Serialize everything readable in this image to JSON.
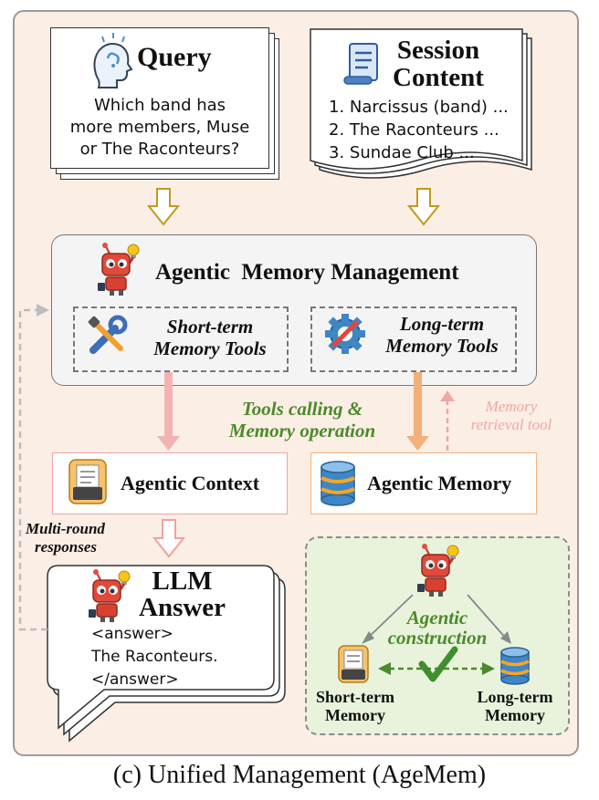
{
  "query": {
    "title": "Query",
    "line1": "Which band has",
    "line2": "more members, Muse",
    "line3": "or The Raconteurs?"
  },
  "session": {
    "title_line1": "Session",
    "title_line2": "Content",
    "item1": "1. Narcissus (band) ...",
    "item2": "2. The Raconteurs ...",
    "item3": "3. Sundae Club ..."
  },
  "management": {
    "title": "Agentic  Memory Management",
    "short_term_line1": "Short-term",
    "short_term_line2": "Memory Tools",
    "long_term_line1": "Long-term",
    "long_term_line2": "Memory Tools"
  },
  "labels": {
    "tools_calling_line1": "Tools calling &",
    "tools_calling_line2": "Memory operation",
    "retrieval_line1": "Memory",
    "retrieval_line2": "retrieval tool",
    "multi_round_line1": "Multi-round",
    "multi_round_line2": "responses"
  },
  "context": {
    "title": "Agentic Context"
  },
  "memory": {
    "title": "Agentic Memory"
  },
  "answer": {
    "title_line1": "LLM",
    "title_line2": "Answer",
    "line1": "<answer>",
    "line2": "The Raconteurs.",
    "line3": "</answer>"
  },
  "construction": {
    "line1": "Agentic",
    "line2": "construction",
    "short_line1": "Short-term",
    "short_line2": "Memory",
    "long_line1": "Long-term",
    "long_line2": "Memory"
  },
  "caption": "(c) Unified Management (AgeMem)",
  "colors": {
    "background": "#fbeee4",
    "green_text": "#4b8a2c",
    "pink_arrow": "#f3b3b3",
    "orange_arrow": "#f2b07a",
    "retrieval_pink": "#f1a6a6",
    "construction_bg": "#e9f3dc"
  }
}
